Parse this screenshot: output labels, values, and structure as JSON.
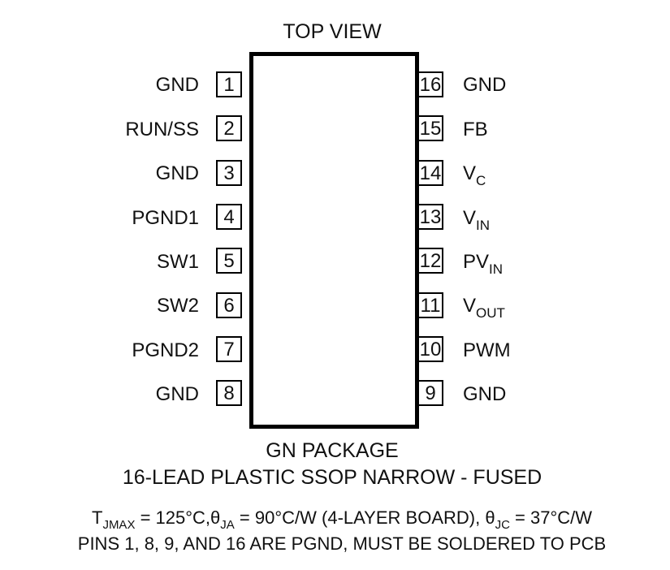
{
  "title": "TOP VIEW",
  "left_pins": [
    {
      "number": "1",
      "name": "GND"
    },
    {
      "number": "2",
      "name": "RUN/SS"
    },
    {
      "number": "3",
      "name": "GND"
    },
    {
      "number": "4",
      "name": "PGND1"
    },
    {
      "number": "5",
      "name": "SW1"
    },
    {
      "number": "6",
      "name": "SW2"
    },
    {
      "number": "7",
      "name": "PGND2"
    },
    {
      "number": "8",
      "name": "GND"
    }
  ],
  "right_pins": [
    {
      "number": "16",
      "name": "GND",
      "sub": ""
    },
    {
      "number": "15",
      "name": "FB",
      "sub": ""
    },
    {
      "number": "14",
      "name": "V",
      "sub": "C"
    },
    {
      "number": "13",
      "name": "V",
      "sub": "IN"
    },
    {
      "number": "12",
      "name": "PV",
      "sub": "IN"
    },
    {
      "number": "11",
      "name": "V",
      "sub": "OUT"
    },
    {
      "number": "10",
      "name": "PWM",
      "sub": ""
    },
    {
      "number": "9",
      "name": "GND",
      "sub": ""
    }
  ],
  "package": {
    "line1": "GN PACKAGE",
    "line2": "16-LEAD PLASTIC SSOP NARROW - FUSED"
  },
  "notes": {
    "tj_symbol": "T",
    "tj_sub": "JMAX",
    "tj_value": " = 125°C,",
    "theta_ja_symbol": "θ",
    "theta_ja_sub": "JA",
    "theta_ja_value": " = 90°C/W (4-LAYER BOARD), ",
    "theta_jc_symbol": "θ",
    "theta_jc_sub": "JC",
    "theta_jc_value": " = 37°C/W",
    "line2": "PINS 1, 8, 9, AND 16 ARE PGND, MUST BE SOLDERED TO PCB"
  }
}
